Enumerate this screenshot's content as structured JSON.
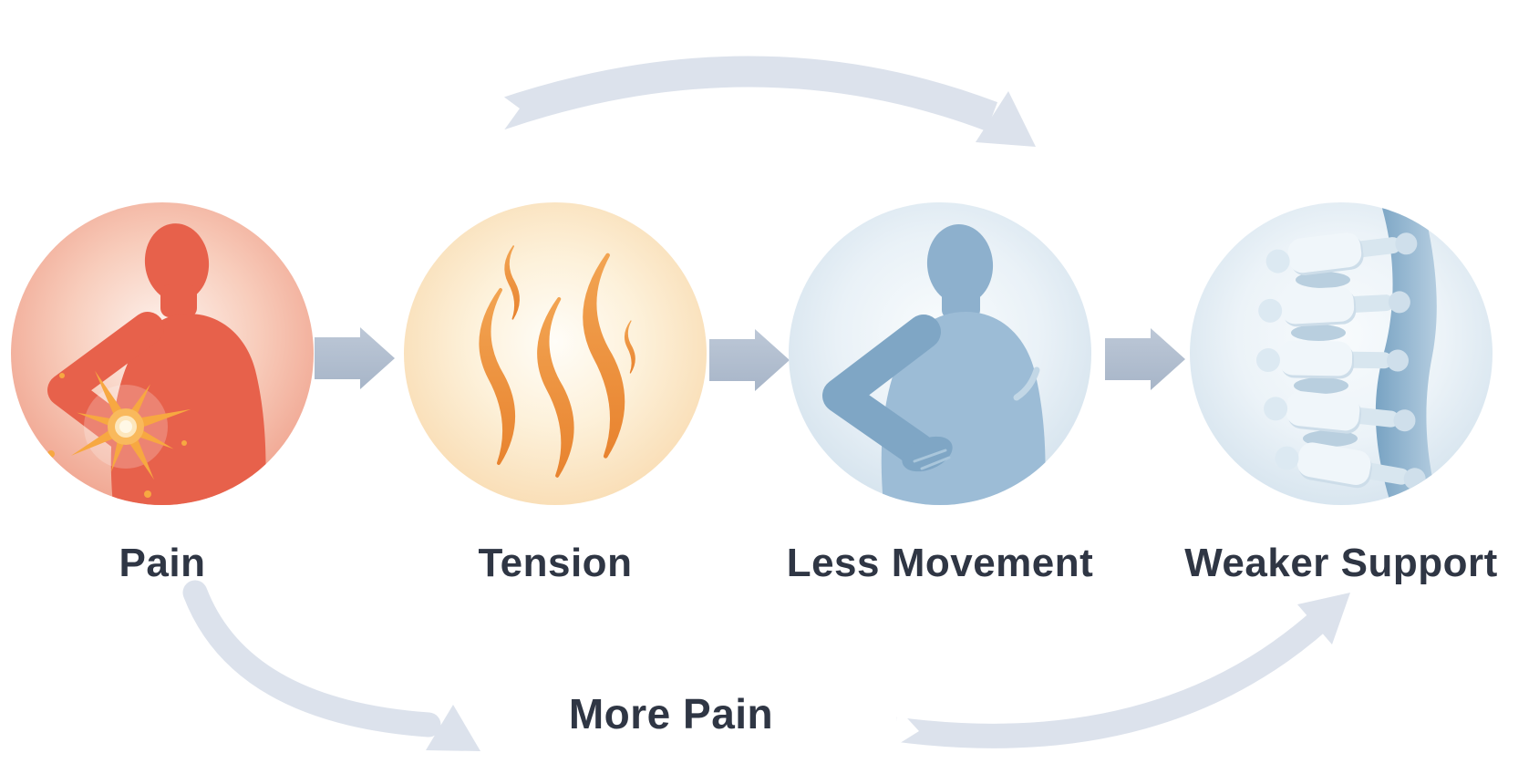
{
  "diagram": {
    "type": "cycle-flow-infographic",
    "background": "#ffffff",
    "stages": [
      {
        "id": "pain",
        "label": "Pain",
        "icon": "person-back-pain-icon",
        "circle_edge_color": "#efa08b",
        "accent_color": "#e7614b"
      },
      {
        "id": "tension",
        "label": "Tension",
        "icon": "tension-flames-icon",
        "circle_edge_color": "#f8d9ad",
        "accent_color": "#ee923c"
      },
      {
        "id": "less-movement",
        "label": "Less Movement",
        "icon": "person-holding-back-icon",
        "circle_edge_color": "#d2e1ec",
        "accent_color": "#8db0cd"
      },
      {
        "id": "weaker-support",
        "label": "Weaker Support",
        "icon": "spine-icon",
        "circle_edge_color": "#d3e2ed",
        "accent_color": "#9cbdd6"
      }
    ],
    "feedback_label": "More Pain",
    "edges": [
      {
        "from": "Pain",
        "to": "Tension",
        "style": "block-arrow"
      },
      {
        "from": "Tension",
        "to": "Less Movement",
        "style": "block-arrow"
      },
      {
        "from": "Less Movement",
        "to": "Weaker Support",
        "style": "block-arrow"
      },
      {
        "from": "Tension",
        "to": "Less Movement",
        "style": "curved-ribbon-arrow-top"
      },
      {
        "from": "Pain",
        "to": "More Pain",
        "style": "curved-arrow-bottom-left"
      },
      {
        "from": "More Pain",
        "to": "Weaker Support",
        "style": "curved-arrow-bottom-right"
      }
    ],
    "colors": {
      "label_text": "#2f3644",
      "block_arrow": "#b0bdce",
      "curved_arrow": "#dce2ec",
      "pain_burst": "#f7a841"
    }
  }
}
